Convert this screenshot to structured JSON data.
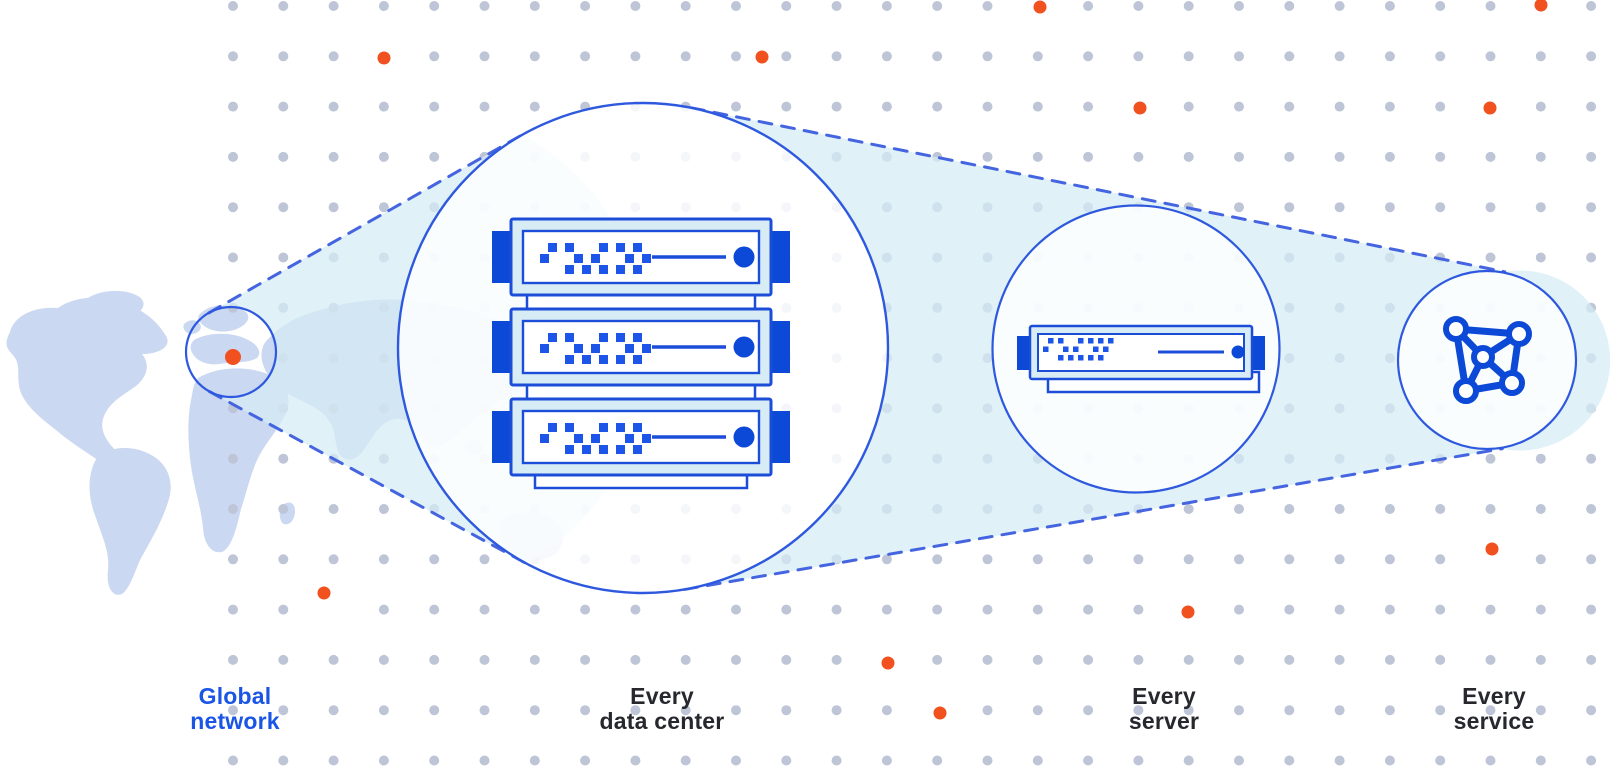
{
  "labels": {
    "global_network": {
      "line1": "Global",
      "line2": "network"
    },
    "every_data_center": {
      "line1": "Every",
      "line2": "data center"
    },
    "every_server": {
      "line1": "Every",
      "line2": "server"
    },
    "every_service": {
      "line1": "Every",
      "line2": "service"
    }
  },
  "icons": [
    {
      "name": "world-map-illustration",
      "shape": "stylized-continent-blobs"
    },
    {
      "name": "location-marker-dot",
      "shape": "orange-circle"
    },
    {
      "name": "map-focus-ring",
      "shape": "blue-circle-outline"
    },
    {
      "name": "server-rack-icon",
      "shape": "three-stacked-rack-units"
    },
    {
      "name": "server-icon",
      "shape": "single-rack-unit"
    },
    {
      "name": "network-graph-icon",
      "shape": "five-node-wheel-graph"
    },
    {
      "name": "dot-grid-pattern",
      "shape": "dotted-grid"
    },
    {
      "name": "zoom-beam",
      "shape": "tangent-cone-with-dashed-edges"
    }
  ],
  "colors": {
    "label_blue": "#1a55e6",
    "label_dark": "#26282d",
    "circle_blue": "#2e59df",
    "dash_blue": "#4565e0",
    "icon_blue": "#1c4dd8",
    "deep_blue": "#0b49d6",
    "dither_blue": "#1d55e8",
    "server_fill": "#d8ecf6",
    "beam_fill": "rgba(212,235,245,0.72)",
    "circle_fill": "rgba(255,255,255,0.84)",
    "map_land": "#cbd8f1",
    "dot_gray": "#bdc5d6",
    "dot_orange": "#f1511f"
  }
}
